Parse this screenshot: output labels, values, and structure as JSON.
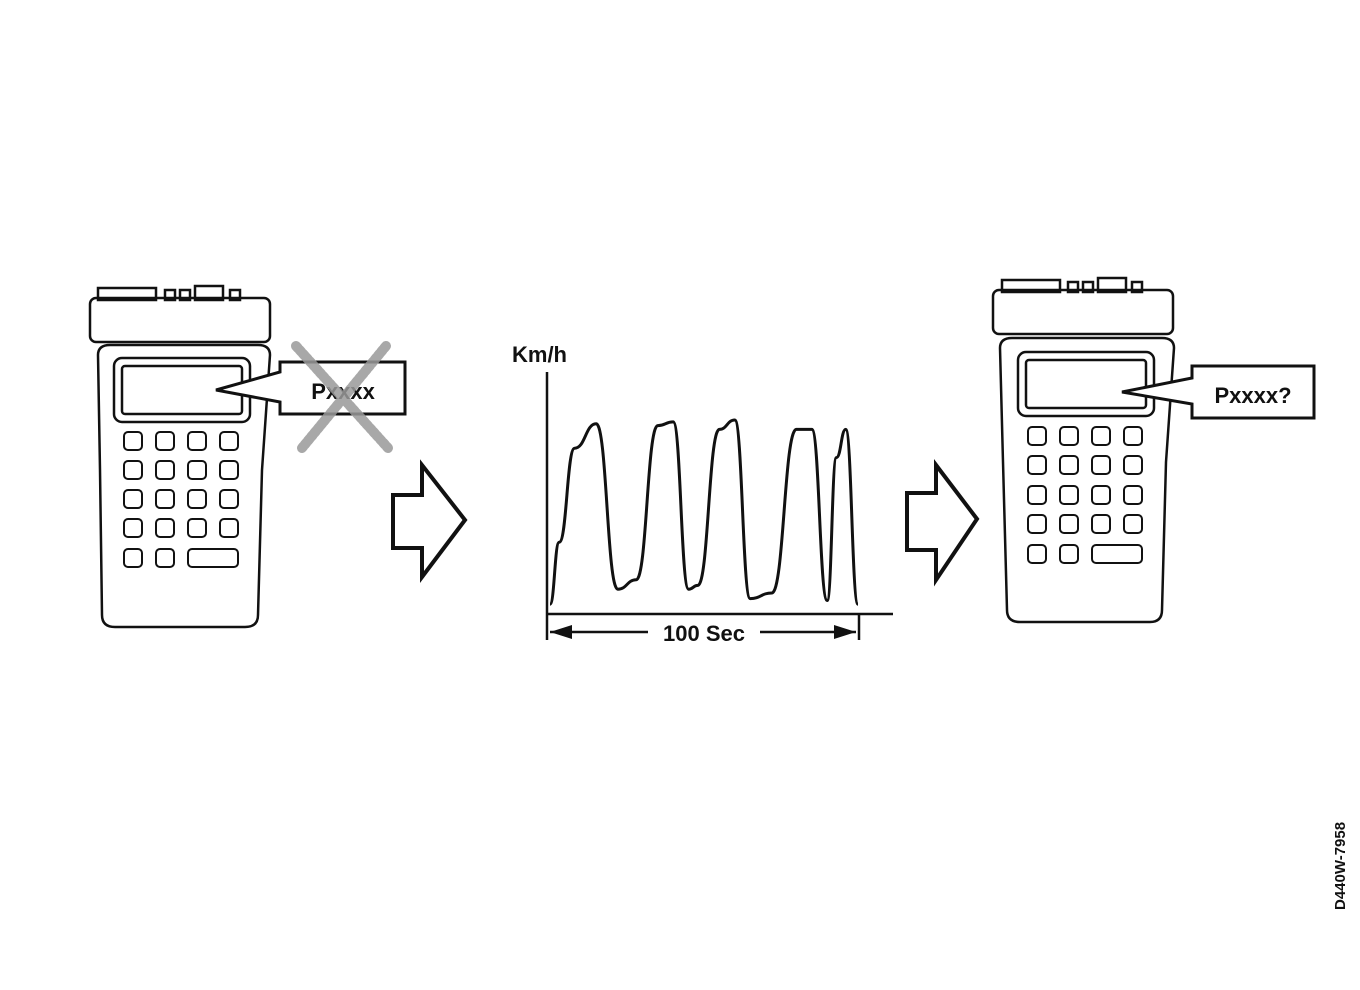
{
  "step1": {
    "tester_callout": "Pxxxx"
  },
  "step2": {
    "y_unit_label": "Km/h",
    "duration_label": "100 Sec",
    "speed_profile": {
      "description_free": true,
      "x_seconds": [
        0,
        3,
        8,
        15,
        22,
        28,
        35,
        40,
        45,
        48,
        55,
        60,
        65,
        72,
        80,
        85,
        90,
        93,
        96,
        100
      ],
      "y_relative": [
        0.02,
        0.35,
        0.85,
        0.98,
        0.1,
        0.15,
        0.97,
        0.99,
        0.1,
        0.12,
        0.95,
        1.0,
        0.05,
        0.08,
        0.95,
        0.95,
        0.04,
        0.8,
        0.95,
        0.02
      ]
    }
  },
  "step3": {
    "tester_callout": "Pxxxx?"
  },
  "figure_code": "D440W-7958",
  "colors": {
    "ink": "#111111",
    "cross": "#9a9a9a"
  }
}
